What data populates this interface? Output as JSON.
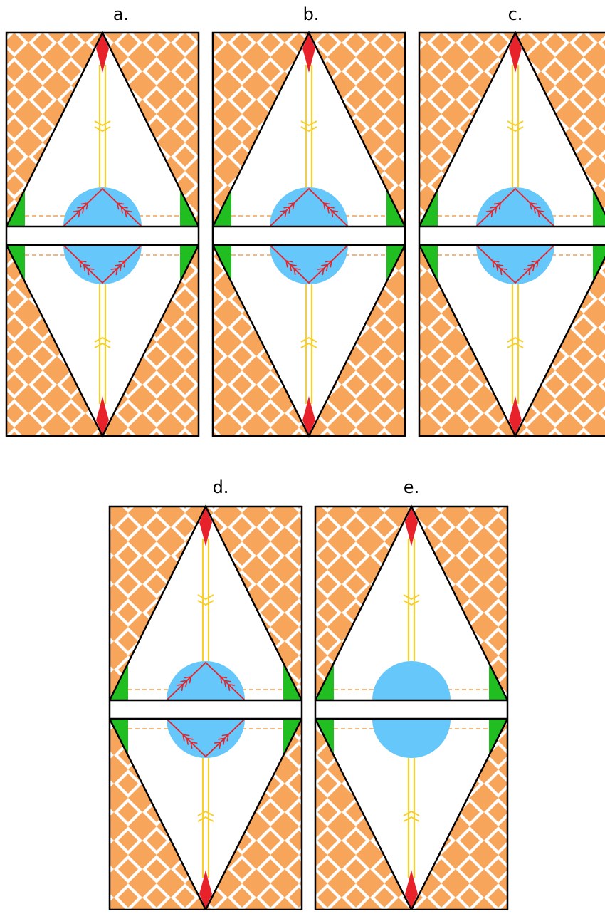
{
  "colors": {
    "checker": "#F7A55A",
    "background": "#FFFFFF",
    "outline": "#000000",
    "filament": "#F7CE2A",
    "sphere": "#65C7FA",
    "flag": "#E8222A",
    "wedge": "#20BE20",
    "dash": "#F0A050"
  },
  "panels": [
    {
      "label": "a.",
      "arrows": true
    },
    {
      "label": "b.",
      "arrows": true
    },
    {
      "label": "c.",
      "arrows": true
    },
    {
      "label": "d.",
      "arrows": true
    },
    {
      "label": "e.",
      "arrows": false
    }
  ]
}
